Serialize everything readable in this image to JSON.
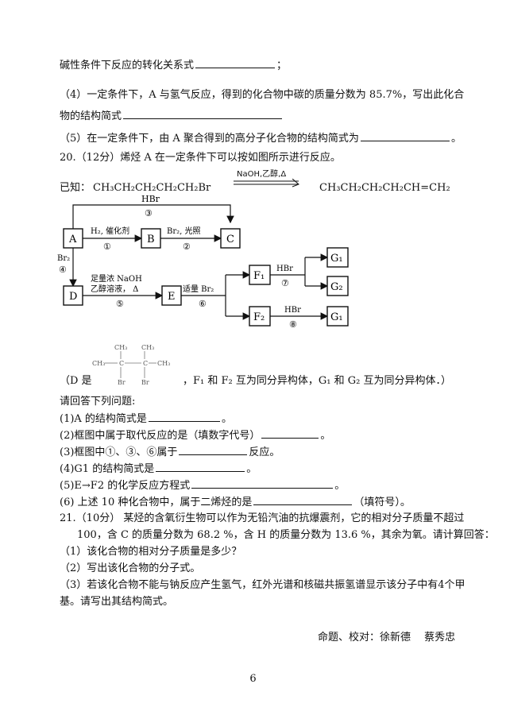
{
  "lines": {
    "l1": "碱性条件下反应的转化关系式",
    "l1_end": "；",
    "q4a": "（4）一定条件下，A 与氢气反应，得到的化合物中碳的质量分数为 85.7%，写出此化合",
    "q4b": "物的结构简式",
    "q5": "（5）在一定条件下，由 A 聚合得到的高分子化合物的结构简式为",
    "q5_end": "。",
    "q20": "20.（12分）烯烃 A 在一定条件下可以按如图所示进行反应。",
    "known_label": "已知：",
    "known_left": "CH₃CH₂CH₂CH₂CH₂Br",
    "known_cond": "NaOH,乙醇,Δ",
    "known_right": "CH₃CH₂CH₂CH₂CH=CH₂",
    "d_note_pre": "（D 是",
    "d_note_post": "，F₁ 和 F₂ 互为同分异构体，G₁ 和 G₂ 互为同分异构体．）",
    "please": "请回答下列问题:",
    "s1": "(1)A 的结构简式是",
    "s1_end": "。",
    "s2": "(2)框图中属于取代反应的是（填数字代号）",
    "s2_end": "。",
    "s3": "(3)框图中①、③、⑥属于",
    "s3_end": "反应。",
    "s4": "(4)G1 的结构简式是",
    "s4_end": "。",
    "s5": "(5)E→F2 的化学反应方程式",
    "s5_end": "。",
    "s6": "(6) 上述 10 种化合物中，属于二烯烃的是",
    "s6_end": "（填符号）。",
    "q21a": "21.（10分） 某烃的含氧衍生物可以作为无铅汽油的抗爆震剂，它的相对分子质量不超过",
    "q21b": "100，含 C 的质量分数为 68.2 %，含 H 的质量分数为 13.6 %，其余为氧。请计算回答：",
    "q21_1": "（1）该化合物的相对分子质量是多少？",
    "q21_2": "（2）写出该化合物的分子式。",
    "q21_3a": "（3）若该化合物不能与钠反应产生氢气，红外光谱和核磁共振氢谱显示该分子中有4个甲",
    "q21_3b": "基。请写出其结构简式。",
    "author": "命题、校对：徐新德　 蔡秀忠",
    "page_num": "6"
  },
  "flow": {
    "nodes": {
      "A": "A",
      "B": "B",
      "C": "C",
      "D": "D",
      "E": "E",
      "F1": "F₁",
      "F2": "F₂",
      "G1": "G₁",
      "G2": "G₂",
      "G1b": "G₁"
    },
    "labels": {
      "hbr3": "HBr",
      "n3": "③",
      "h2": "H₂, 催化剂",
      "n1": "①",
      "br2light": "Br₂, 光照",
      "n2": "②",
      "br2": "Br₂",
      "n4": "④",
      "naoh1": "足量浓 NaOH",
      "naoh2": "乙醇溶液，  Δ",
      "n5": "⑤",
      "br2q": "适量 Br₂",
      "n6": "⑥",
      "hbr7": "HBr",
      "n7": "⑦",
      "hbr8": "HBr",
      "n8": "⑧"
    }
  },
  "d_struct": {
    "ch3a": "CH₃",
    "ch3b": "CH₃",
    "ch3l": "CH₃",
    "cl": "C",
    "cr": "C",
    "ch3r": "CH₃",
    "br1": "Br",
    "br2": "Br"
  }
}
